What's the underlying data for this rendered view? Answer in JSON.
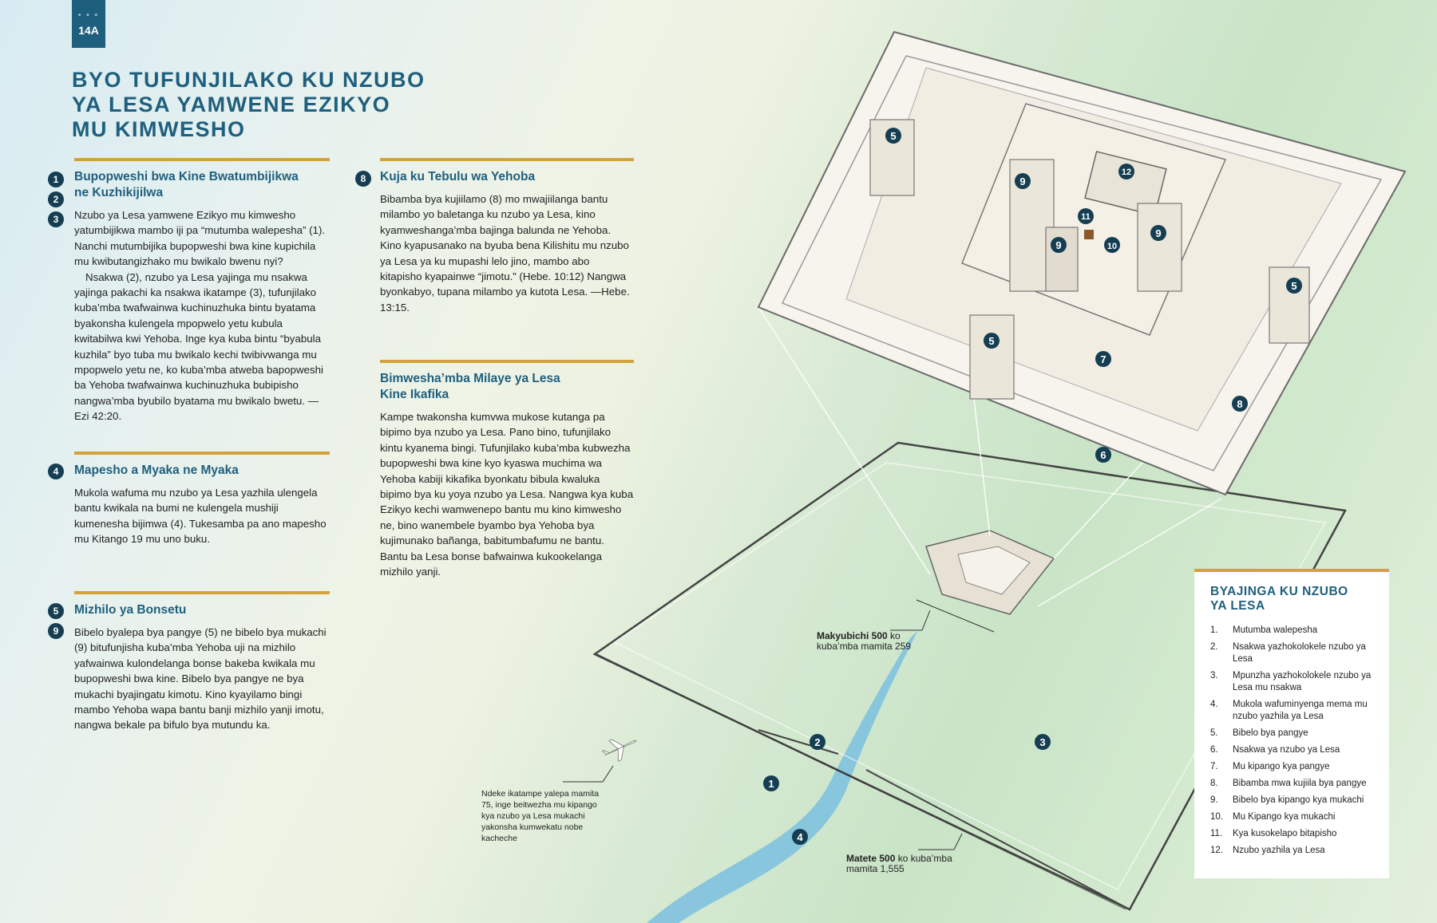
{
  "page": {
    "badge": "14A",
    "title_lines": [
      "BYO TUFUNJILAKO KU NZUBO",
      "YA LESA YAMWENE EZIKYO",
      "MU KIMWESHO"
    ]
  },
  "sections": [
    {
      "markers": [
        "1",
        "2",
        "3"
      ],
      "heading": [
        "Bupopweshi bwa Kine Bwatumbijikwa",
        "ne Kuzhikijilwa"
      ],
      "paragraphs": [
        "Nzubo ya Lesa yamwene Ezikyo mu kimwesho yatumbijikwa mambo iji pa “mutumba walepesha” (1). Nanchi mutumbijika bupopweshi bwa kine kupichila mu kwibutangizhako mu bwikalo bwenu nyi?",
        "Nsakwa (2), nzubo ya Lesa yajinga mu nsakwa yajinga pakachi ka nsakwa ikatampe (3), tufunjilako kuba’mba twafwainwa kuchinuzhuka bintu byatama byakonsha kulengela mpopwelo yetu kubula kwitabilwa kwi Yehoba. Inge kya kuba bintu “byabula kuzhila” byo tuba mu bwikalo kechi twibivwanga mu mpopwelo yetu ne, ko kuba’mba atweba bapopweshi ba Yehoba twafwainwa kuchinuzhuka bubipisho nangwa’mba byubilo byatama mu bwikalo bwetu. —Ezi 42:20."
      ]
    },
    {
      "markers": [
        "4"
      ],
      "heading": [
        "Mapesho a Myaka ne Myaka"
      ],
      "paragraphs": [
        "Mukola wafuma mu nzubo ya Lesa yazhila ulengela bantu kwikala na bumi ne kulengela mushiji kumenesha bijimwa (4). Tukesamba pa ano mapesho mu Kitango 19 mu uno buku."
      ]
    },
    {
      "markers": [
        "5",
        "9"
      ],
      "heading": [
        "Mizhilo ya Bonsetu"
      ],
      "paragraphs": [
        "Bibelo byalepa bya pangye (5) ne bibelo bya mukachi (9) bitufunjisha kuba’mba Yehoba uji na mizhilo yafwainwa kulondelanga bonse bakeba kwikala mu bupopweshi bwa kine. Bibelo bya pangye ne bya mukachi byajingatu kimotu. Kino kyayilamo bingi mambo Yehoba wapa bantu banji mizhilo yanji imotu, nangwa bekale pa bifulo bya mutundu ka."
      ]
    },
    {
      "markers": [
        "8"
      ],
      "heading": [
        "Kuja ku Tebulu wa Yehoba"
      ],
      "paragraphs": [
        "Bibamba bya kujiilamo (8) mo mwajiilanga bantu milambo yo baletanga ku nzubo ya Lesa, kino kyamweshanga’mba bajinga balunda ne Yehoba. Kino kyapusanako na byuba bena Kilishitu mu nzubo ya Lesa ya ku mupashi lelo jino, mambo abo kitapisho kyapainwe “jimotu.” (Hebe. 10:12) Nangwa byonkabyo, tupana milambo ya kutota Lesa. —Hebe. 13:15."
      ]
    },
    {
      "markers": [],
      "heading": [
        "Bimwesha’mba Milaye ya Lesa",
        "Kine Ikafika"
      ],
      "paragraphs": [
        "Kampe twakonsha kumvwa mukose kutanga pa bipimo bya nzubo ya Lesa. Pano bino, tufunjilako kintu kyanema bingi. Tufunjilako kuba’mba kubwezha bupopweshi bwa kine kyo kyaswa muchima wa Yehoba kabiji kikafika byonkatu bibula kwaluka bipimo bya ku yoya nzubo ya Lesa. Nangwa kya kuba Ezikyo kechi wamwenepo bantu mu kino kimwesho ne, bino wanembele byambo bya Yehoba bya kujimunako bañanga, babitumbafumu ne bantu. Bantu ba Lesa bonse bafwainwa kukookelanga mizhilo yanji."
      ]
    }
  ],
  "illustration": {
    "markers": [
      "1",
      "2",
      "3",
      "4",
      "5",
      "5",
      "5",
      "6",
      "7",
      "8",
      "9",
      "9",
      "9",
      "10",
      "11",
      "12"
    ],
    "label_house": {
      "bold": "Makyubichi 500",
      "rest": " ko",
      "line2": "kuba’mba mamita 259"
    },
    "label_wall": {
      "bold": "Matete 500",
      "rest": " ko kuba’mba",
      "line2": "mamita 1,555"
    },
    "plane_note": "Ndeke ikatampe yalepa mamita 75, inge beitwezha mu kipango kya nzubo ya Lesa mukachi yakonsha kumwekatu nobe kacheche",
    "plane_icon": "airplane-icon"
  },
  "legend": {
    "title_lines": [
      "BYAJINGA KU NZUBO",
      "YA LESA"
    ],
    "items": [
      {
        "n": "1.",
        "text": "Mutumba walepesha"
      },
      {
        "n": "2.",
        "text": "Nsakwa yazhokolokele nzubo ya Lesa"
      },
      {
        "n": "3.",
        "text": "Mpunzha yazhokolokele nzubo ya Lesa mu nsakwa"
      },
      {
        "n": "4.",
        "text": "Mukola wafuminyenga mema mu nzubo yazhila ya Lesa"
      },
      {
        "n": "5.",
        "text": "Bibelo bya pangye"
      },
      {
        "n": "6.",
        "text": "Nsakwa ya nzubo ya Lesa"
      },
      {
        "n": "7.",
        "text": "Mu kipango kya pangye"
      },
      {
        "n": "8.",
        "text": "Bibamba mwa kujiila bya pangye"
      },
      {
        "n": "9.",
        "text": "Bibelo bya kipango kya mukachi"
      },
      {
        "n": "10.",
        "text": "Mu Kipango kya mukachi"
      },
      {
        "n": "11.",
        "text": "Kya kusokelapo bitapisho"
      },
      {
        "n": "12.",
        "text": "Nzubo yazhila ya Lesa"
      }
    ]
  },
  "colors": {
    "heading": "#1f5f7e",
    "rule": "#d2a33a",
    "marker": "#163e52",
    "river": "#6ab3d8",
    "land": "#c9e4c7"
  }
}
